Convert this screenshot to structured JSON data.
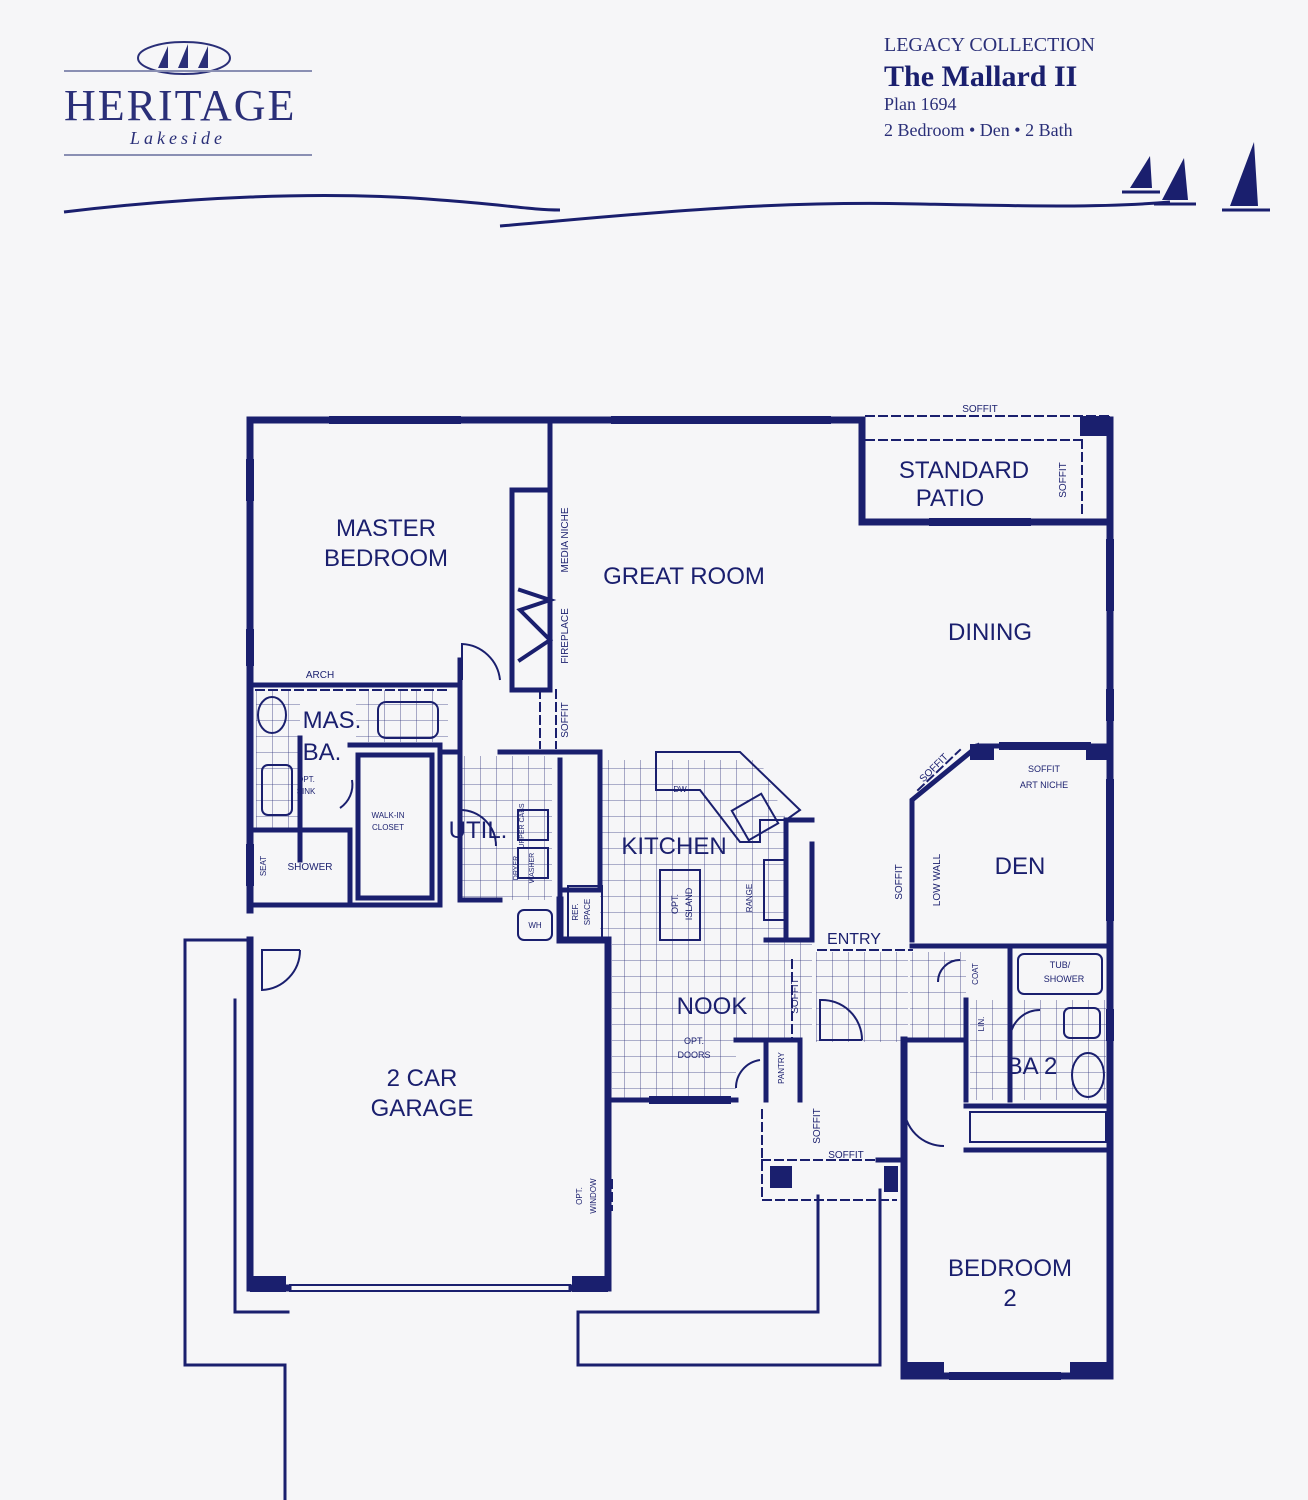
{
  "brand": {
    "name": "HERITAGE",
    "subtitle": "Lakeside"
  },
  "plan": {
    "collection": "LEGACY COLLECTION",
    "title": "The Mallard II",
    "number": "Plan 1694",
    "specs": "2 Bedroom • Den • 2 Bath"
  },
  "colors": {
    "ink": "#1a1f6e",
    "background": "#f6f6f8"
  },
  "rooms": {
    "master_bedroom": [
      "MASTER",
      "BEDROOM"
    ],
    "great_room": "GREAT ROOM",
    "standard_patio": [
      "STANDARD",
      "PATIO"
    ],
    "dining": "DINING",
    "mas_ba": [
      "MAS.",
      "BA."
    ],
    "util": "UTIL.",
    "kitchen": "KITCHEN",
    "den": "DEN",
    "entry": "ENTRY",
    "nook": "NOOK",
    "ba2": "BA 2",
    "garage": [
      "2 CAR",
      "GARAGE"
    ],
    "bedroom2": [
      "BEDROOM",
      "2"
    ]
  },
  "notes": {
    "soffit": "SOFFIT",
    "media_niche": "MEDIA NICHE",
    "fireplace": "FIREPLACE",
    "arch": "ARCH",
    "opt_sink": [
      "OPT.",
      "SINK"
    ],
    "walk_in_closet": [
      "WALK-IN",
      "CLOSET"
    ],
    "shower": "SHOWER",
    "seat": "SEAT",
    "dw": "DW",
    "opt_island": [
      "OPT.",
      "ISLAND"
    ],
    "range": "RANGE",
    "ref_space": [
      "REF.",
      "SPACE"
    ],
    "opt_doors": [
      "OPT.",
      "DOORS"
    ],
    "pantry": "PANTRY",
    "soffit_art_niche": [
      "SOFFIT",
      "ART NICHE"
    ],
    "low_wall": "LOW WALL",
    "coat": "COAT",
    "lin": "LIN.",
    "tub_shower": [
      "TUB/",
      "SHOWER"
    ],
    "opt_window": [
      "OPT.",
      "WINDOW"
    ],
    "upper_cabs": "UPPER CABS",
    "dryer": "DRYER",
    "washer": "WASHER",
    "wh": "WH"
  }
}
